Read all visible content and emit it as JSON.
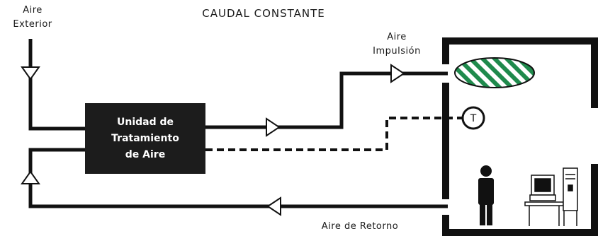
{
  "title": "CAUDAL CONSTANTE",
  "labels": {
    "outside_air_line1": "Aire",
    "outside_air_line2": "Exterior",
    "supply_air_line1": "Aire",
    "supply_air_line2": "Impulsión",
    "return_air": "Aire de Retorno",
    "thermostat": "T"
  },
  "ahu": {
    "line1": "Unidad de",
    "line2": "Tratamiento",
    "line3": "de Aire"
  },
  "colors": {
    "line": "#111111",
    "ahu_fill": "#1c1c1c",
    "diffuser_stripe": "#1f8a4c",
    "background": "#ffffff"
  },
  "icons": [
    "person-icon",
    "computer-workstation-icon",
    "thermostat-icon",
    "diffuser-icon"
  ]
}
